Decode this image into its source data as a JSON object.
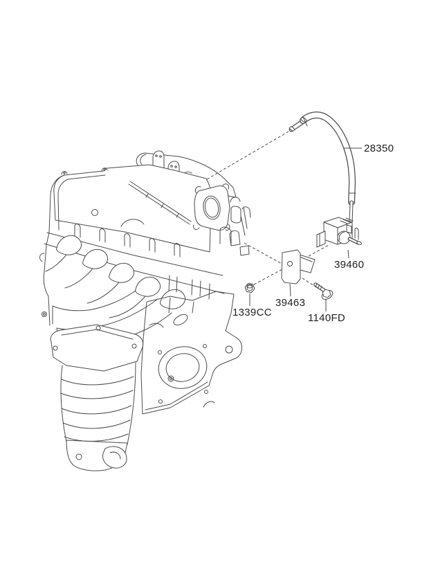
{
  "diagram": {
    "type": "parts-diagram",
    "background_color": "#ffffff",
    "line_color": "#4a4a4a",
    "label_color": "#1f1f1f",
    "parts": [
      {
        "label": "28350"
      },
      {
        "label": "39460"
      },
      {
        "label": "39463"
      },
      {
        "label": "1339CC"
      },
      {
        "label": "1140FD"
      }
    ]
  }
}
